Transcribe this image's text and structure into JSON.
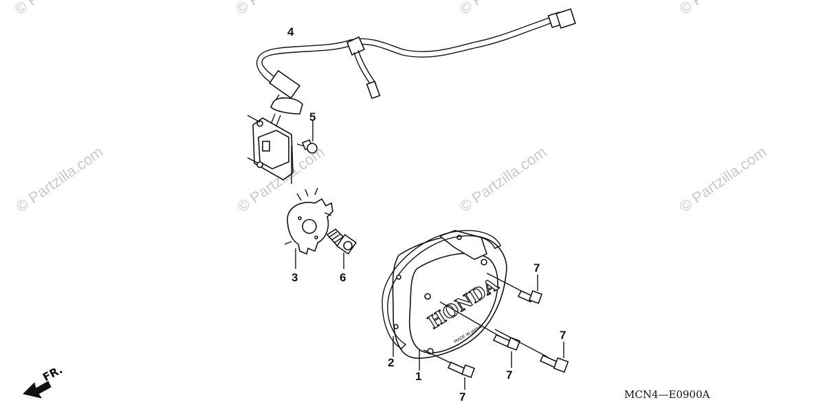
{
  "watermark": "© Partzilla.com",
  "diagram_code": "MCN4—E0900A",
  "front_indicator": "FR.",
  "cover_branding": "HONDA",
  "cover_small_text": "MADE IN JAPAN",
  "callouts": {
    "c1": "1",
    "c2": "2",
    "c3": "3",
    "c4": "4",
    "c5": "5",
    "c6": "6",
    "c7a": "7",
    "c7b": "7",
    "c7c": "7",
    "c7d": "7"
  }
}
